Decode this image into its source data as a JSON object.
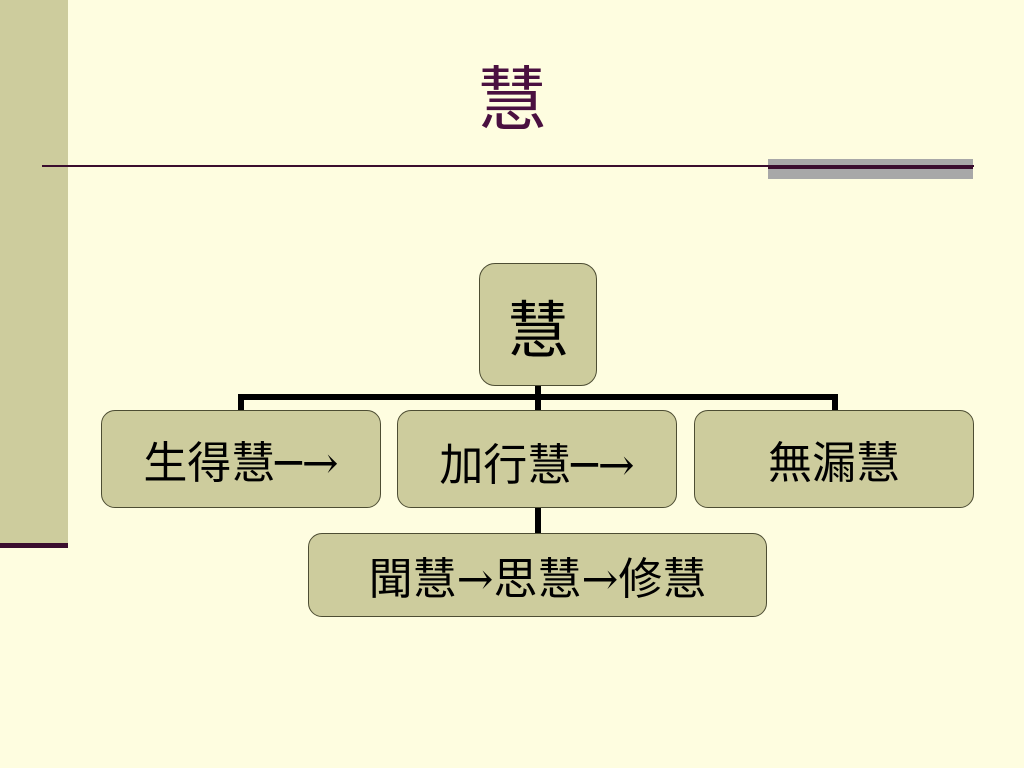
{
  "slide": {
    "title": "慧"
  },
  "diagram": {
    "root": "慧",
    "children": [
      "生得慧─→",
      "加行慧─→",
      "無漏慧"
    ],
    "sub_child": "聞慧→思慧→修慧"
  }
}
